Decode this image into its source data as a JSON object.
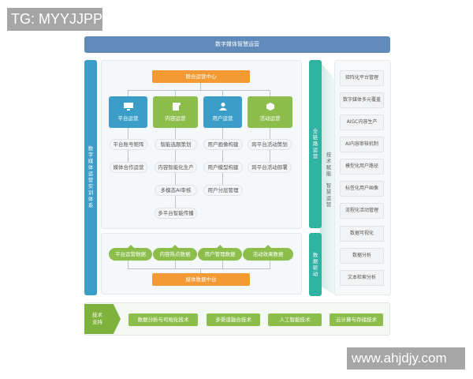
{
  "watermarks": {
    "top": "TG: MYYJJPP",
    "bottom": "www.ahjdjy.com"
  },
  "title": "数字媒体智慧运营",
  "left_bar": "数字媒体运营实训体系",
  "center": {
    "hub": "联合运营中心",
    "categories": [
      {
        "label": "平台运营",
        "icon": "monitor-icon",
        "color": "#3a9ec9"
      },
      {
        "label": "内容运营",
        "icon": "document-icon",
        "color": "#8dbe4c"
      },
      {
        "label": "用户运营",
        "icon": "user-icon",
        "color": "#3a9ec9"
      },
      {
        "label": "活动运营",
        "icon": "box-icon",
        "color": "#8dbe4c"
      }
    ],
    "columns": [
      [
        "平台账号矩阵",
        "媒体合作运营"
      ],
      [
        "智能选题策划",
        "内容智能化生产",
        "多模态AI审核",
        "多平台智能传播"
      ],
      [
        "用户画像构建",
        "用户模型构建",
        "用户分层管理"
      ],
      [
        "跨平台活动策划",
        "跨平台活动部署"
      ]
    ],
    "data_items": [
      "平台运营数据",
      "内容热点数据",
      "用户管理数据",
      "活动效果数据"
    ],
    "data_hub": "媒体数据中台"
  },
  "right": {
    "bar_top": "全链路运营",
    "bar_bottom": "数据驱动",
    "side_label_1": "技术赋能",
    "side_label_2": "智慧运营",
    "boxes": [
      [
        "矩阵化",
        "平台管理"
      ],
      [
        "数字媒体",
        "多元覆盖"
      ],
      [
        "AIGC",
        "内容生产"
      ],
      [
        "AI内容",
        "审核机制"
      ],
      [
        "模型化",
        "用户路径"
      ],
      [
        "标签化",
        "用户画像"
      ],
      [
        "流程化",
        "活动管理"
      ],
      [
        "数据可视化"
      ],
      [
        "数据分析"
      ],
      [
        "文本检索分析"
      ]
    ]
  },
  "tech": {
    "tag": [
      "技术",
      "支持"
    ],
    "items": [
      "数据分析与可视化技术",
      "多渠道融合技术",
      "人工智能技术",
      "云计算与存储技术"
    ]
  },
  "colors": {
    "blue": "#3a9ec9",
    "green": "#8dbe4c",
    "orange": "#f39a35",
    "teal": "#2fb3a2",
    "title": "#5f8ab9"
  }
}
